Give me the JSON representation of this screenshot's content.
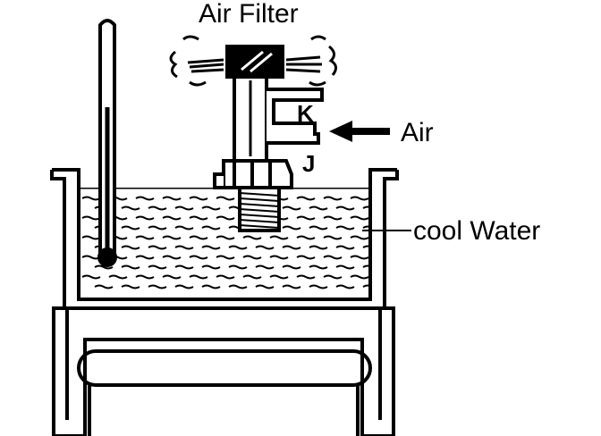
{
  "labels": {
    "air_filter": "Air Filter",
    "air": "Air",
    "cool_water": "cool Water",
    "k": "K",
    "j": "J"
  },
  "colors": {
    "ink": "#000000",
    "paper": "#ffffff"
  }
}
